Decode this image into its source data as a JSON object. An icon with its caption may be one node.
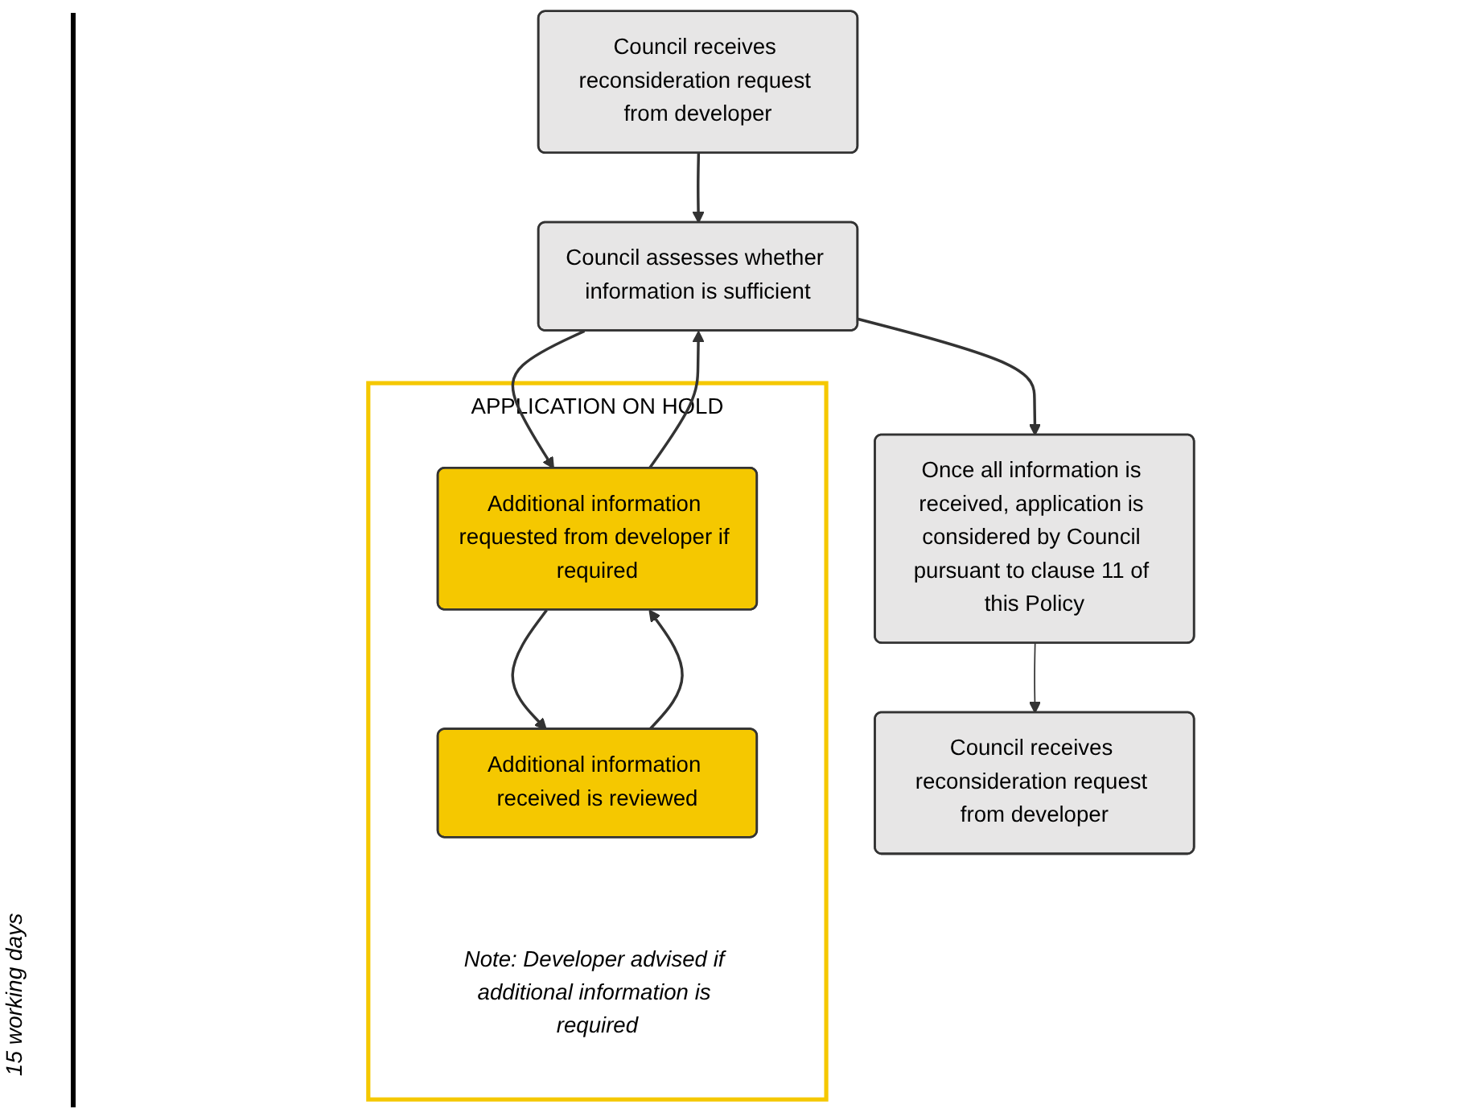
{
  "diagram": {
    "nodes": [
      {
        "text": [
          "Council receives reconsideration request from developer"
        ]
      },
      {
        "text": [
          "Council assesses whether information is sufficient"
        ]
      },
      {
        "text": [
          "APPLICATION ON HOLD",
          "Note: Developer advised if additional information is required"
        ]
      },
      {
        "text": [
          "Additional information requested from developer if required"
        ],
        "in": 2
      },
      {
        "text": [
          "Additional information received is reviewed"
        ],
        "in": 2
      },
      {
        "text": [
          "Once all information is received, application is considered by Council pursuant to clause 11 of this Policy"
        ]
      },
      {
        "text": [
          "Council receives reconsideration request from developer"
        ]
      }
    ],
    "edges": [
      {
        "from": 0,
        "to": 1,
        "arrow": "to"
      },
      {
        "from": 1,
        "to": 3,
        "arrow": "to"
      },
      {
        "from": 3,
        "to": 1,
        "arrow": "to"
      },
      {
        "from": 3,
        "to": 4,
        "arrow": "to"
      },
      {
        "from": 4,
        "to": 3,
        "arrow": "to"
      },
      {
        "from": 1,
        "to": 5,
        "arrow": "to"
      },
      {
        "from": 5,
        "to": 6,
        "arrow": "to"
      }
    ],
    "labels": [
      "15 working days"
    ]
  }
}
